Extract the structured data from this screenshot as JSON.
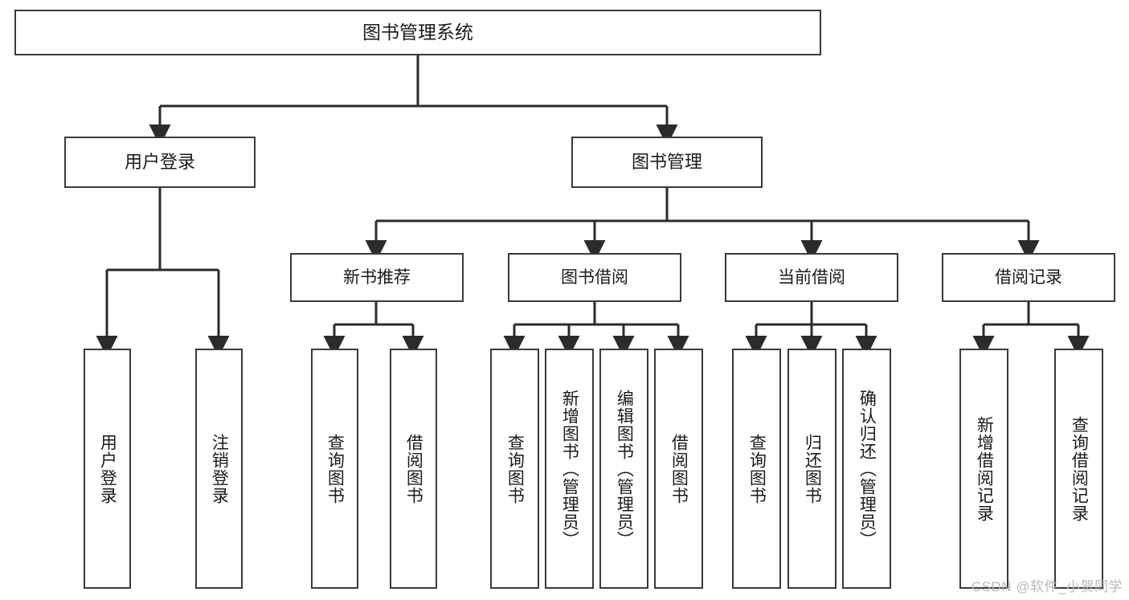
{
  "diagram": {
    "title": "图书管理系统",
    "type": "tree-hierarchy",
    "root": {
      "label": "图书管理系统"
    },
    "level2": [
      {
        "label": "用户登录"
      },
      {
        "label": "图书管理"
      }
    ],
    "level3": [
      {
        "label": "新书推荐"
      },
      {
        "label": "图书借阅"
      },
      {
        "label": "当前借阅"
      },
      {
        "label": "借阅记录"
      }
    ],
    "leaves": {
      "user_login": [
        {
          "label": "用户登录"
        },
        {
          "label": "注销登录"
        }
      ],
      "new_book_recommend": [
        {
          "label": "查询图书"
        },
        {
          "label": "借阅图书"
        }
      ],
      "book_borrow": [
        {
          "label": "查询图书"
        },
        {
          "label": "新增图书（管理员）"
        },
        {
          "label": "编辑图书（管理员）"
        },
        {
          "label": "借阅图书"
        }
      ],
      "current_borrow": [
        {
          "label": "查询图书"
        },
        {
          "label": "归还图书"
        },
        {
          "label": "确认归还（管理员）"
        }
      ],
      "borrow_record": [
        {
          "label": "新增借阅记录"
        },
        {
          "label": "查询借阅记录"
        }
      ]
    }
  },
  "watermark": {
    "text": "CSDN @软件_小贺同学"
  },
  "colors": {
    "border": "#3a3a3a",
    "text": "#1b1b1b",
    "background": "#ffffff",
    "watermark": "#b9b9b9"
  }
}
